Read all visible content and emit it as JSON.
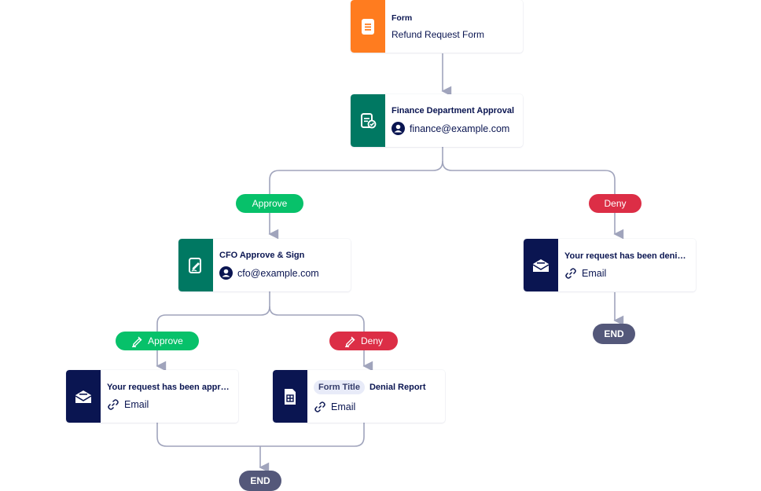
{
  "colors": {
    "form_tile": "#ff7c1f",
    "approval_tile": "#007862",
    "email_tile": "#0a1551",
    "approve": "#07c16a",
    "deny": "#dc2e46",
    "end": "#54587a",
    "connector": "#a0a4bc"
  },
  "form": {
    "title": "Form",
    "name": "Refund Request Form",
    "icon": "document-icon"
  },
  "finance_approval": {
    "title": "Finance Department Approval",
    "assignee": "finance@example.com",
    "icon": "approval-icon"
  },
  "branch1": {
    "approve_label": "Approve",
    "deny_label": "Deny"
  },
  "cfo_approval": {
    "title": "CFO Approve & Sign",
    "assignee": "cfo@example.com",
    "icon": "approve-sign-icon"
  },
  "denied_email": {
    "title": "Your request has been denied.",
    "type": "Email",
    "icon": "envelope-icon"
  },
  "end_label_1": "END",
  "branch2": {
    "approve_label": "Approve",
    "deny_label": "Deny"
  },
  "approved_email": {
    "title": "Your request has been approv...",
    "type": "Email",
    "icon": "envelope-icon"
  },
  "denial_report": {
    "tag": "Form Title",
    "title": "Denial Report",
    "type": "Email",
    "icon": "report-icon"
  },
  "end_label_2": "END"
}
